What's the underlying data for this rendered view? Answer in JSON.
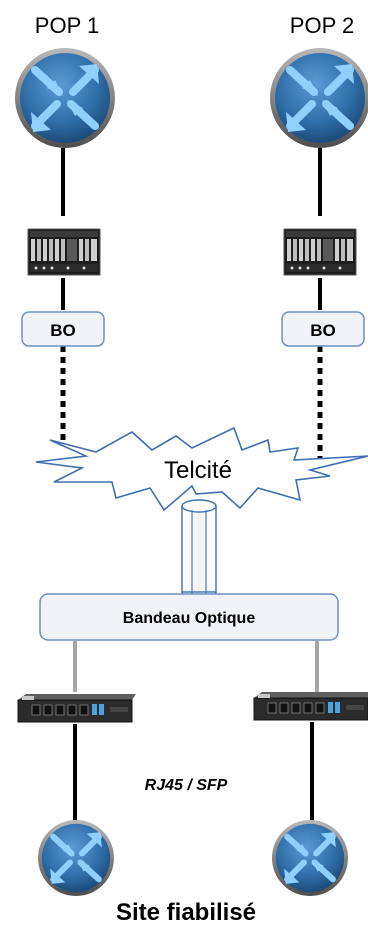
{
  "pops": [
    {
      "label": "POP 1",
      "bo_label": "BO"
    },
    {
      "label": "POP 2",
      "bo_label": "BO"
    }
  ],
  "cloud_label": "Telcité",
  "panel_label": "Bandeau Optique",
  "link_label": "RJ45 / SFP",
  "footer_label": "Site fiabilisé",
  "colors": {
    "router_fill": "#2f6ea8",
    "router_rim": "#6b6b6b",
    "router_arrow": "#8fd0ff",
    "box_stroke": "#6f8fc4",
    "box_fill": "#f1f3f8",
    "line": "#000000",
    "grey_line": "#a6a6a6"
  },
  "icons": [
    "router-icon",
    "chassis-icon",
    "cpe-switch-icon",
    "cable-icon",
    "cloud-icon"
  ]
}
